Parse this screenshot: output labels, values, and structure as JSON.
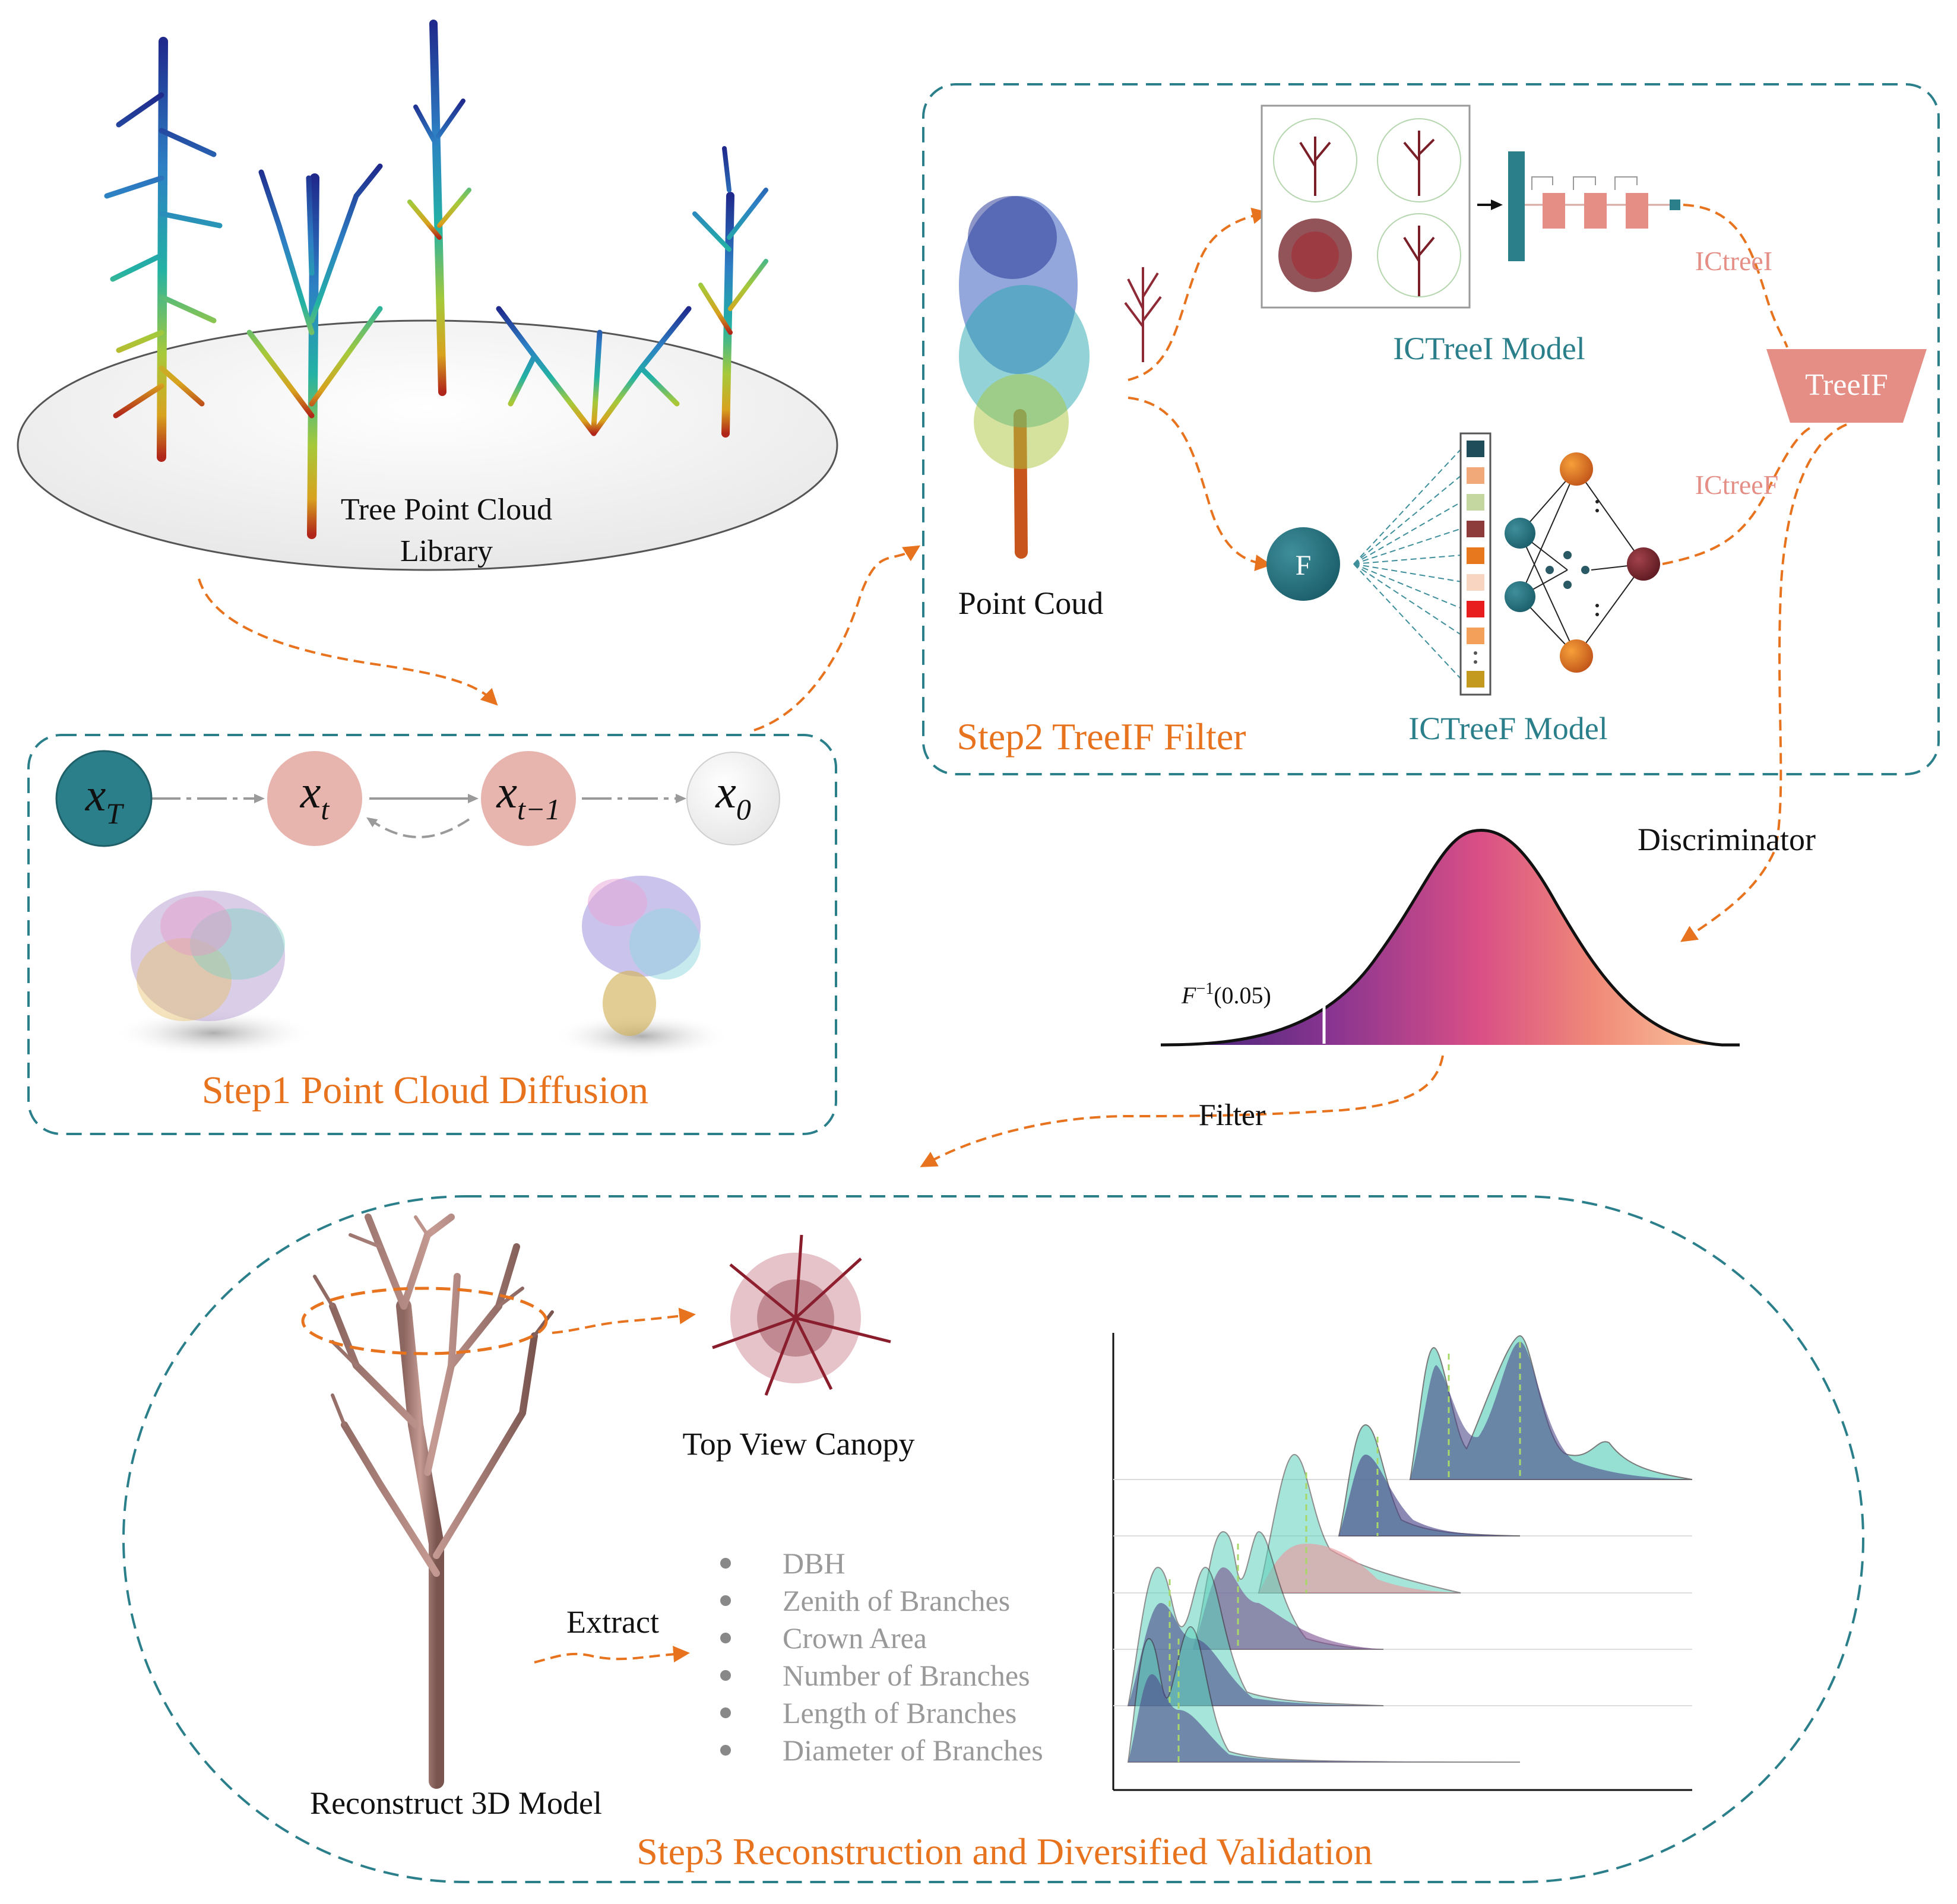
{
  "library": {
    "line1": "Tree Point Cloud",
    "line2": "Library"
  },
  "step1": {
    "title": "Step1 Point Cloud Diffusion",
    "nodes": [
      {
        "base": "x",
        "sub": "T"
      },
      {
        "base": "x",
        "sub": "t"
      },
      {
        "base": "x",
        "sub": "t−1"
      },
      {
        "base": "x",
        "sub": "0"
      }
    ]
  },
  "step2": {
    "title": "Step2 TreeIF Filter",
    "point_cloud_label": "Point Coud",
    "ictreei_model": "ICTreeI Model",
    "ictreef_model": "ICTreeF Model",
    "ictreei_tag": "ICtreeI",
    "ictreef_tag": "ICtreeF",
    "treeif": "TreeIF",
    "f_node": "F"
  },
  "discriminator": {
    "label": "Discriminator",
    "quantile_label": "F",
    "quantile_exp": "−1",
    "quantile_arg": "(0.05)",
    "filter_label": "Filter"
  },
  "step3": {
    "title": "Step3 Reconstruction and Diversified Validation",
    "model_label": "Reconstruct 3D Model",
    "canopy_label": "Top View Canopy",
    "extract_label": "Extract",
    "metrics": [
      "DBH",
      "Zenith  of Branches",
      "Crown Area",
      "Number of Branches",
      "Length of Branches",
      "Diameter of Branches"
    ]
  },
  "colors": {
    "teal": "#2a7f8a",
    "orange": "#e8731e",
    "pink": "#e7b4ae",
    "salmon": "#e48e86",
    "step_text": "#e8731e",
    "model_text": "#2a7f8a"
  }
}
